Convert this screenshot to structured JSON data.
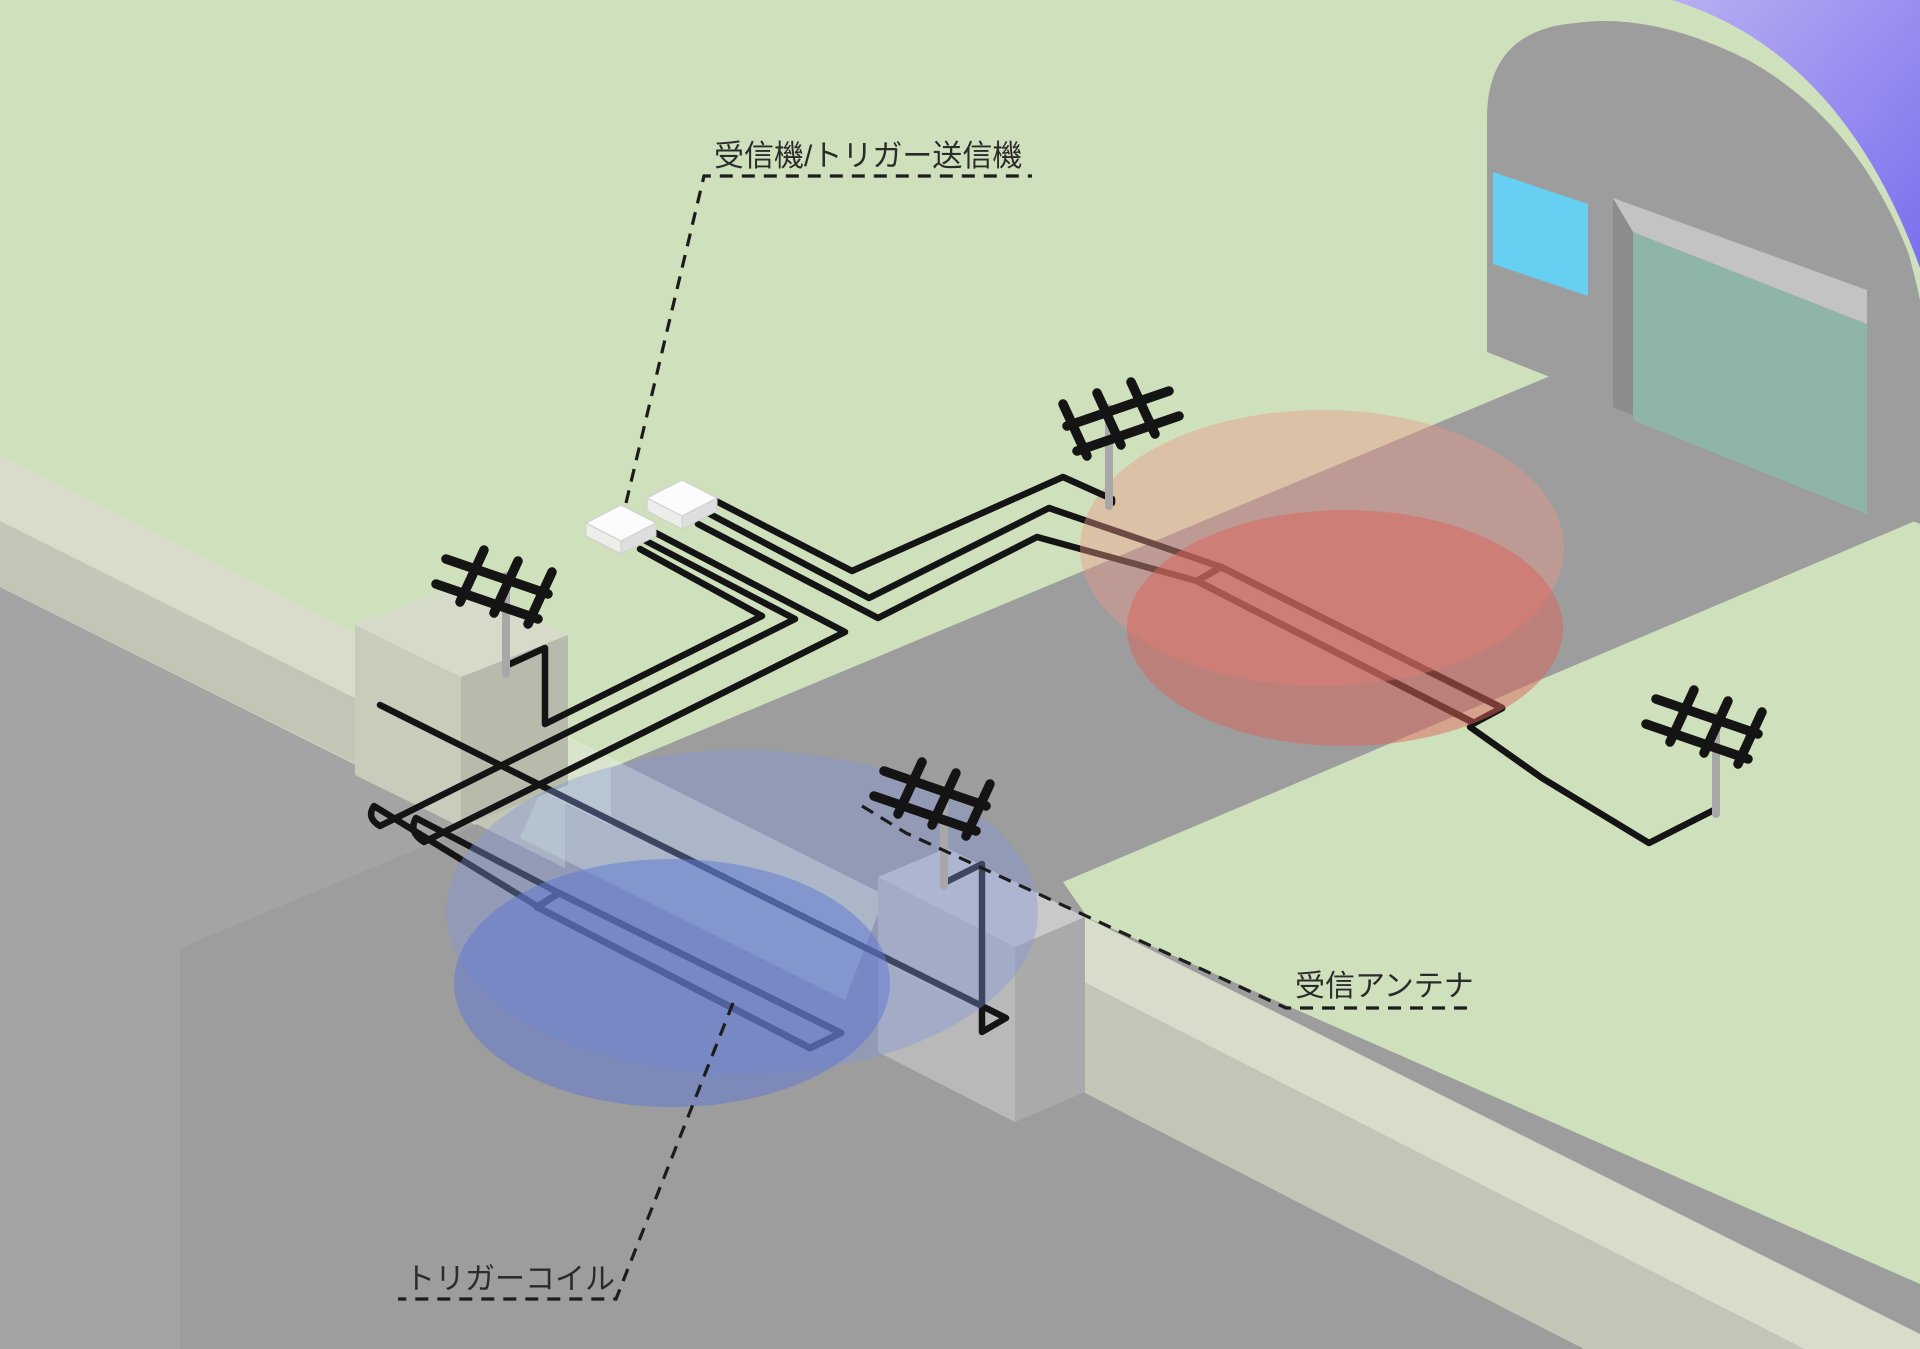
{
  "diagram": {
    "labels": {
      "receiver_transmitter": "受信機/トリガー送信機",
      "receiving_antenna": "受信アンテナ",
      "trigger_coil": "トリガーコイル"
    },
    "colors": {
      "grass": "#cfe1bc",
      "road": "#a4a4a4",
      "driveway": "#9d9d9d",
      "wall_top": "#d8ddcb",
      "wall_face": "#c2c6b7",
      "wall_cap": "#cdd2c1",
      "gate_surface": "rgba(230,240,214,0.55)",
      "pedestal_top": "#d5dac9",
      "pedestal_left": "#c7ccbb",
      "pedestal_right": "#b6bbab",
      "pedestal2_top": "#c9c9c9",
      "pedestal2_left": "#b9b9b9",
      "pedestal2_right": "#aaaaaa",
      "building": "#9d9d9d",
      "window": "#66cff2",
      "door": "#8fb5a6",
      "door_header": "#c3c3c3",
      "door_jamb": "#8c8c8c",
      "purple_light": "#b7aff2",
      "purple_dark": "#7a6fee",
      "pole": "#a8a8a8",
      "cable": "#141414",
      "leader": "#1c1c1c",
      "text": "#2b2b2b",
      "zone_red_soft": "rgba(235,150,135,0.42)",
      "zone_red": "rgba(220,100,90,0.50)",
      "zone_blue_soft": "rgba(130,150,220,0.38)",
      "zone_blue": "rgba(95,120,210,0.52)",
      "box_top": "#fcfcfc",
      "box_left": "#ededea",
      "box_right": "#dedede",
      "box_edge": "#cfcfcf"
    }
  }
}
